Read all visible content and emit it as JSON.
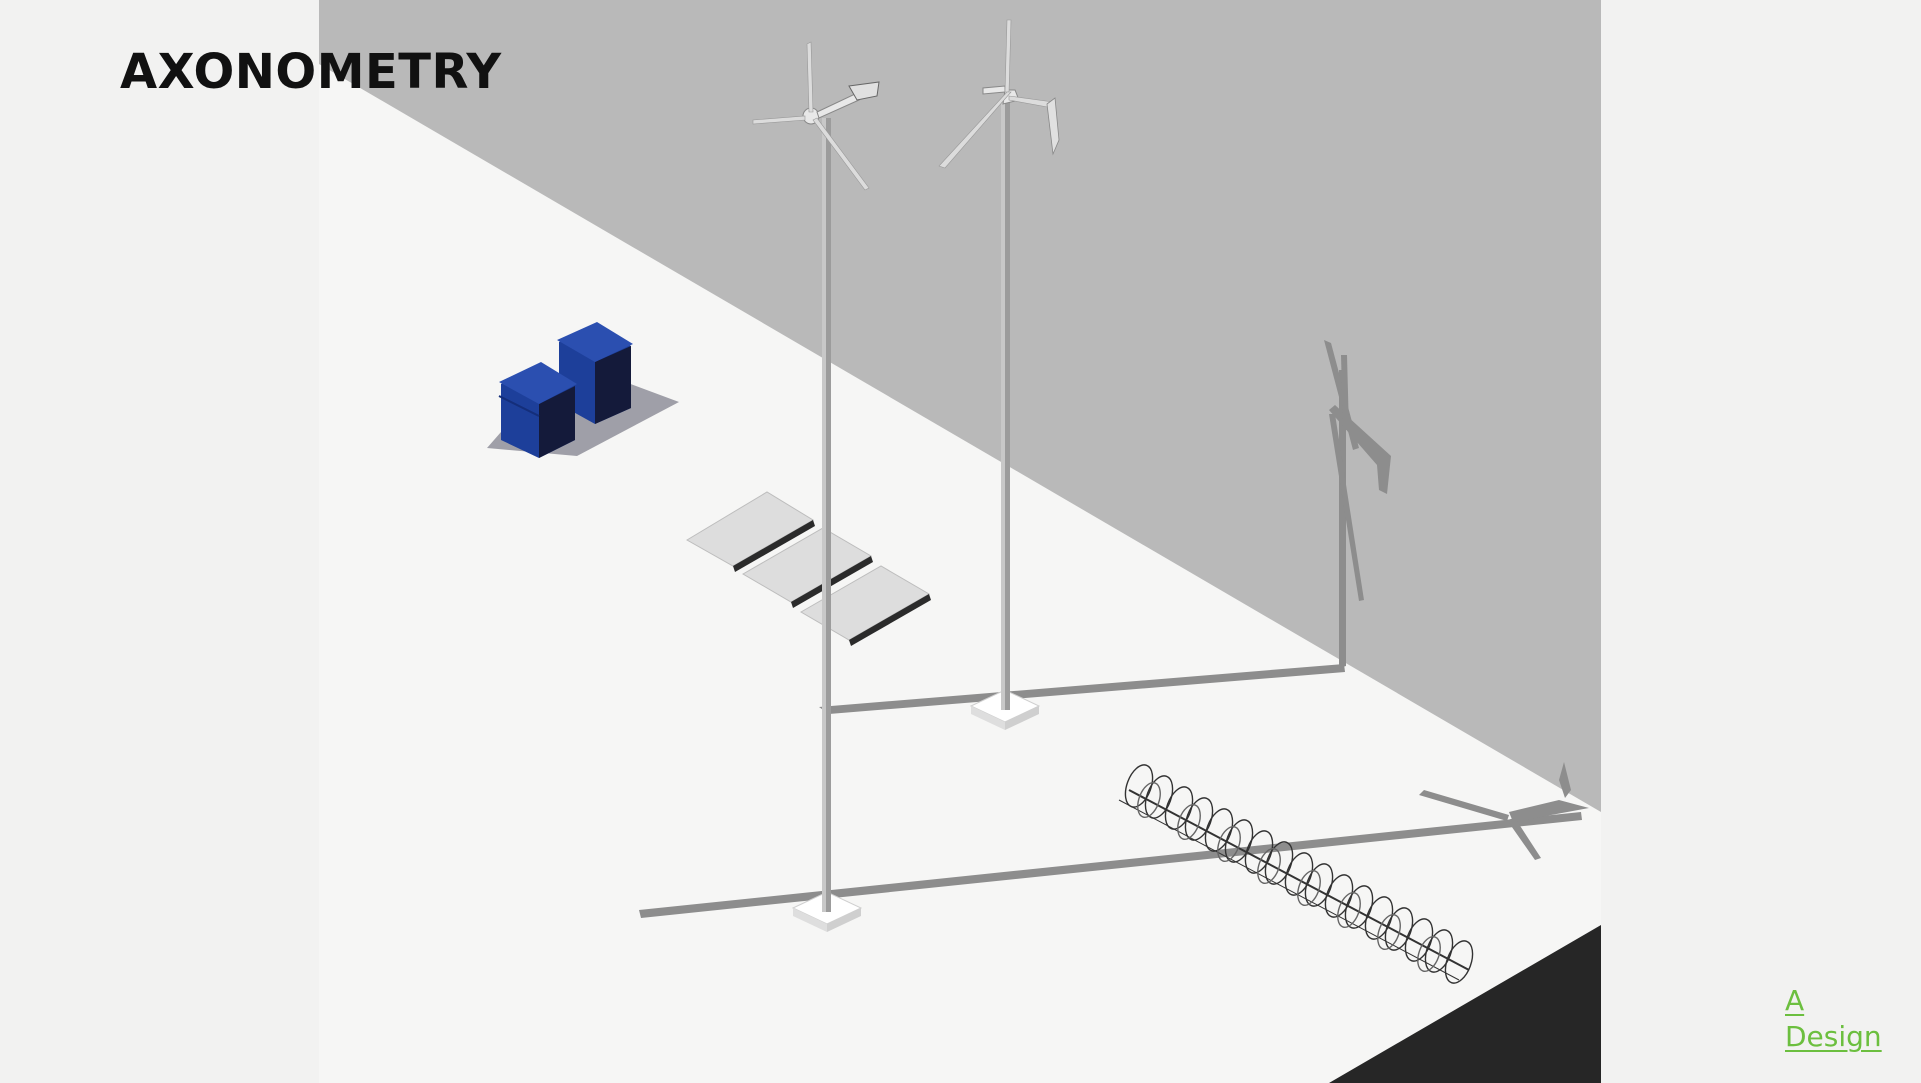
{
  "slide": {
    "title": "AXONOMETRY"
  },
  "drawing": {
    "subject": "axonometric drawing: wind turbines, solar panels, blue battery units, coiled wire fence on ground plane with wall and shadows",
    "colors": {
      "wall": "#b9b9b9",
      "ground": "#f6f6f5",
      "shadow": "#8d8d8d",
      "dark_corner": "#262626",
      "battery_blue": "#1d3f9a",
      "battery_dark": "#141a3a"
    }
  },
  "brand": {
    "line1": "A",
    "line2": "Design",
    "color": "#6cbf3f"
  }
}
